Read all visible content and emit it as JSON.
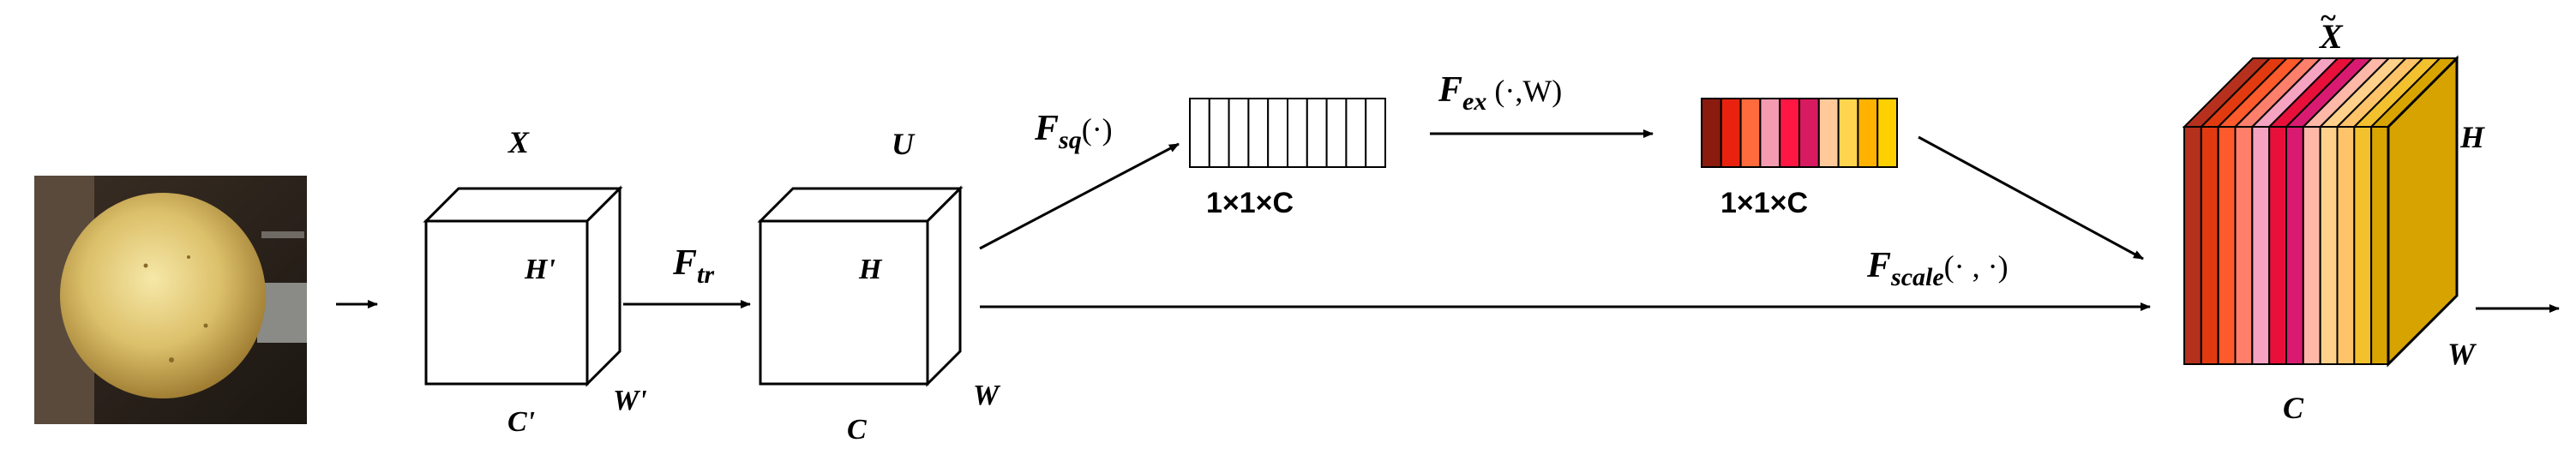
{
  "cube_x": {
    "top": "X",
    "depth": "H'",
    "bottom": "C'",
    "side": "W'"
  },
  "cube_u": {
    "top": "U",
    "depth": "H",
    "bottom": "C",
    "side": "W"
  },
  "ops": {
    "transform": {
      "main": "F",
      "sub": "tr"
    },
    "squeeze": {
      "main": "F",
      "sub": "sq",
      "args": "(·)"
    },
    "excitation": {
      "main": "F",
      "sub": "ex",
      "args": " (·,W)"
    },
    "scale": {
      "main": "F",
      "sub": "scale",
      "args": "(· , ·)"
    }
  },
  "vectors": {
    "squeeze_dims": "1×1×C",
    "excite_dims": "1×1×C",
    "cell_count": 10,
    "excite_colors": [
      "#8b1a0f",
      "#e8220e",
      "#ff6b3d",
      "#f59bb1",
      "#ff1744",
      "#d81b60",
      "#ffc99a",
      "#ffd54f",
      "#ffb300",
      "#ffd000"
    ]
  },
  "output": {
    "top": "X",
    "top_mark": "~",
    "side": "H",
    "bottom": "C",
    "depth": "W",
    "slice_colors": [
      "#b5311d",
      "#e23a10",
      "#ff5a2b",
      "#ff7f6b",
      "#f5a3c1",
      "#e8103a",
      "#d81b70",
      "#ffb8a8",
      "#ffd18a",
      "#ffc36a",
      "#f3c02e",
      "#d8a400"
    ]
  },
  "photo": {
    "subject": "apple-photo"
  }
}
